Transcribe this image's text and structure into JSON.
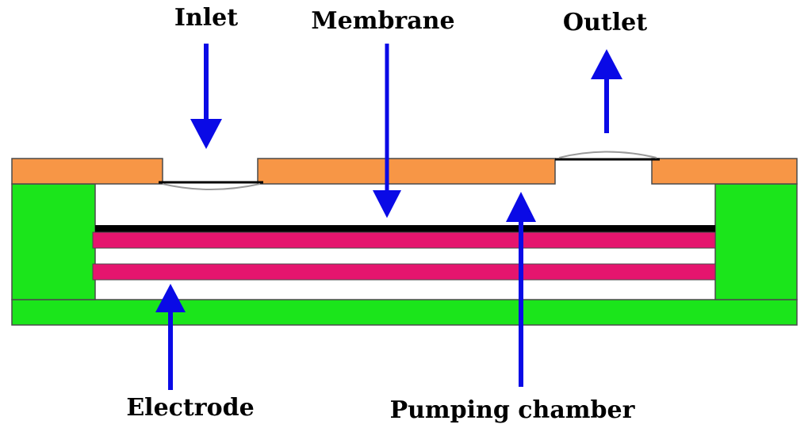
{
  "labels": {
    "inlet": "Inlet",
    "membrane": "Membrane",
    "outlet": "Outlet",
    "electrode": "Electrode",
    "pumping_chamber": "Pumping chamber"
  },
  "colors": {
    "top_plate": "#F79646",
    "base": "#1BE51B",
    "electrode": "#E5156E",
    "membrane": "#000000",
    "arrow": "#0A0AE6",
    "outline": "#4A4A4A"
  }
}
